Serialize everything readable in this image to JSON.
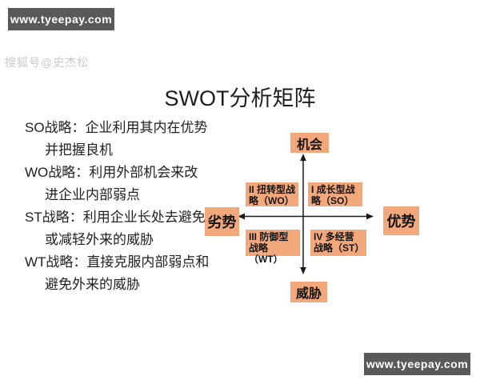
{
  "title": "SWOT分析矩阵",
  "badges": {
    "top": "www.tyeepay.com",
    "bottom": "www.tyeepay.com"
  },
  "watermark": "搜狐号@史杰松",
  "definitions": [
    {
      "l1": "SO战略：企业利用其内在优势",
      "l2": "并把握良机"
    },
    {
      "l1": "WO战略：利用外部机会来改",
      "l2": "进企业内部弱点"
    },
    {
      "l1": "ST战略：利用企业长处去避免",
      "l2": "或减轻外来的威胁"
    },
    {
      "l1": "WT战略：直接克服内部弱点和",
      "l2": "避免外来的威胁"
    }
  ],
  "matrix": {
    "axis_top": "机会",
    "axis_bottom": "威胁",
    "axis_left": "劣势",
    "axis_right": "优势",
    "quadrants": [
      {
        "position": "top-left",
        "label": "II 扭转型战略（WO）"
      },
      {
        "position": "top-right",
        "label": "I 成长型战略（SO）"
      },
      {
        "position": "bottom-left",
        "label": "III 防御型战略（WT）"
      },
      {
        "position": "bottom-right",
        "label": "IV 多经营战略（ST）"
      }
    ]
  },
  "colors": {
    "box_orange": "#f3a87c",
    "badge_gray": "#595959",
    "axis_line": "#1a1a1a",
    "watermark_gray": "#cbcbcb",
    "text": "#1d1d1d",
    "background": "#ffffff"
  }
}
